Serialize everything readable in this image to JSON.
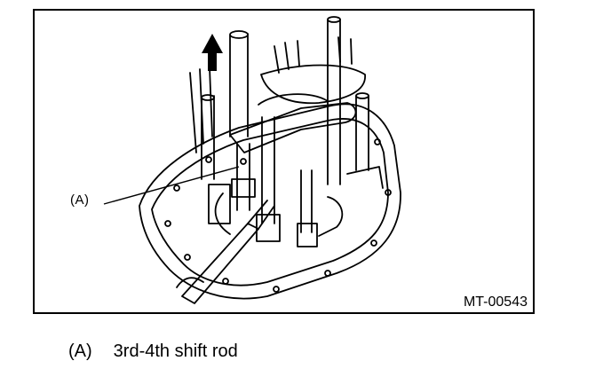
{
  "figure": {
    "callout": "(A)",
    "code": "MT-00543"
  },
  "legend": {
    "items": [
      {
        "key": "(A)",
        "text": "3rd-4th shift rod"
      }
    ]
  }
}
